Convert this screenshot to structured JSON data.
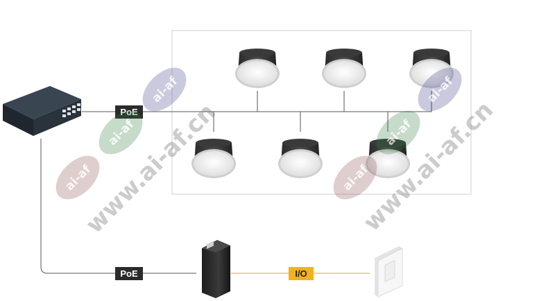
{
  "labels": {
    "poe_top": "PoE",
    "poe_bottom": "PoE",
    "io": "I/O"
  },
  "watermarks": {
    "site": "www.ai-af.cn",
    "badge": "ai-af"
  },
  "colors": {
    "poe_label_bg": "#2b2b2b",
    "poe_label_text": "#ffffff",
    "io_label_bg": "#f2b21b",
    "io_label_text": "#222222",
    "io_line": "#e6c76a",
    "line": "#555555",
    "group_border": "#cfcfcf"
  },
  "icons": {
    "switch": "poe-switch-icon",
    "speaker": "ceiling-speaker-icon",
    "injector": "poe-injector-icon",
    "outlet": "wall-outlet-icon"
  }
}
